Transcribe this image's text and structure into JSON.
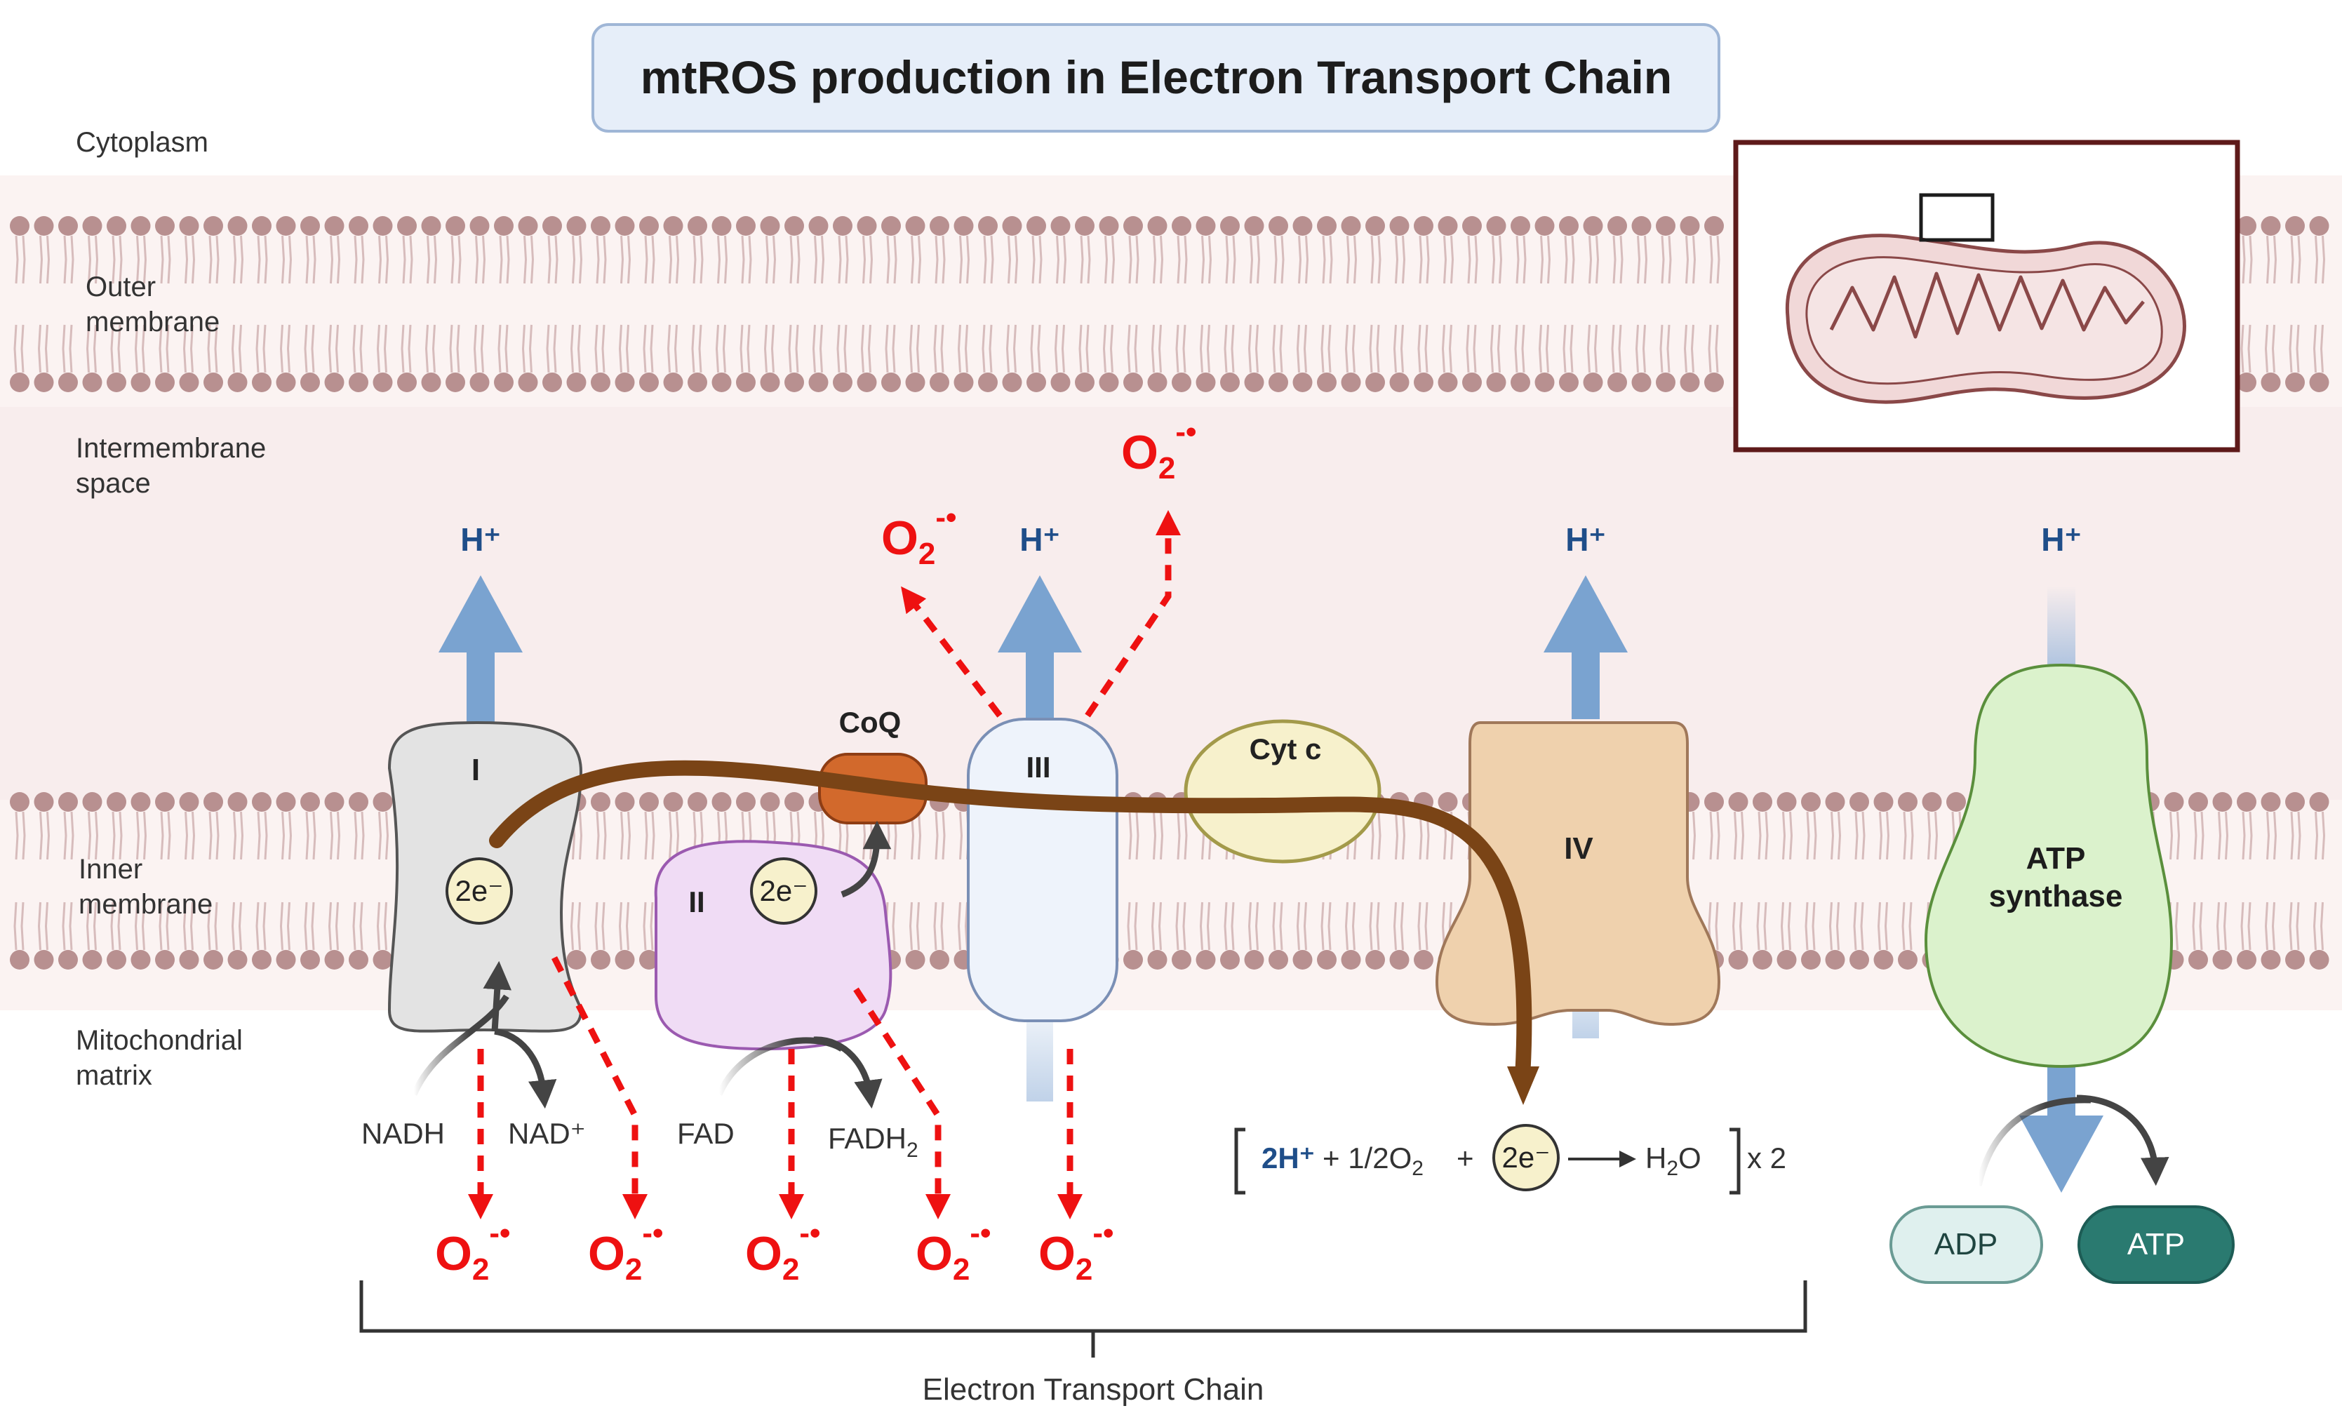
{
  "title": "mtROS production in Electron Transport Chain",
  "regions": {
    "cytoplasm": "Cytoplasm",
    "outer_membrane": [
      "Outer",
      "membrane"
    ],
    "intermembrane_space": [
      "Intermembrane",
      "space"
    ],
    "inner_membrane": [
      "Inner",
      "membrane"
    ],
    "matrix": [
      "Mitochondrial",
      "matrix"
    ]
  },
  "complexes": {
    "c1": "I",
    "c2": "II",
    "c3": "III",
    "c4": "IV",
    "coq": "CoQ",
    "cytc": "Cyt c",
    "atp_synthase": [
      "ATP",
      "synthase"
    ]
  },
  "electrons": "2e⁻",
  "proton": "H⁺",
  "superoxide": {
    "base": "O",
    "sub": "2",
    "sup": "-•"
  },
  "substrates": {
    "nadh": "NADH",
    "nad": "NAD⁺",
    "fad": "FAD",
    "fadh2_base": "FADH",
    "fadh2_sub": "2"
  },
  "reaction": {
    "h": "2H⁺",
    "plus1": "+ 1/2O",
    "o_sub": "2",
    "plus2": "+",
    "product_base": "H",
    "product_sub": "2",
    "product_tail": "O",
    "multiplier": "x 2"
  },
  "atp": {
    "adp": "ADP",
    "atp": "ATP"
  },
  "bracket_label": "Electron Transport Chain",
  "colors": {
    "lipid_head": "#b89090",
    "lipid_tail": "#d7bcbc",
    "ros_red": "#ee1111",
    "proton_blue": "#7aa3d0",
    "proton_text": "#1f4e89",
    "electron_path": "#7a4416",
    "c1_fill": "#e3e3e3",
    "c2_fill": "#f0dcf5",
    "c3_fill": "#eef3fb",
    "c4_fill": "#efd1ad",
    "cytc_fill": "#f7f1cc",
    "coq_fill": "#d2692c",
    "atp_synthase_fill": "#dbf2cc",
    "adp_fill": "#dff0ee",
    "atp_fill": "#2a7a70",
    "title_box_fill": "#e6eef9"
  }
}
